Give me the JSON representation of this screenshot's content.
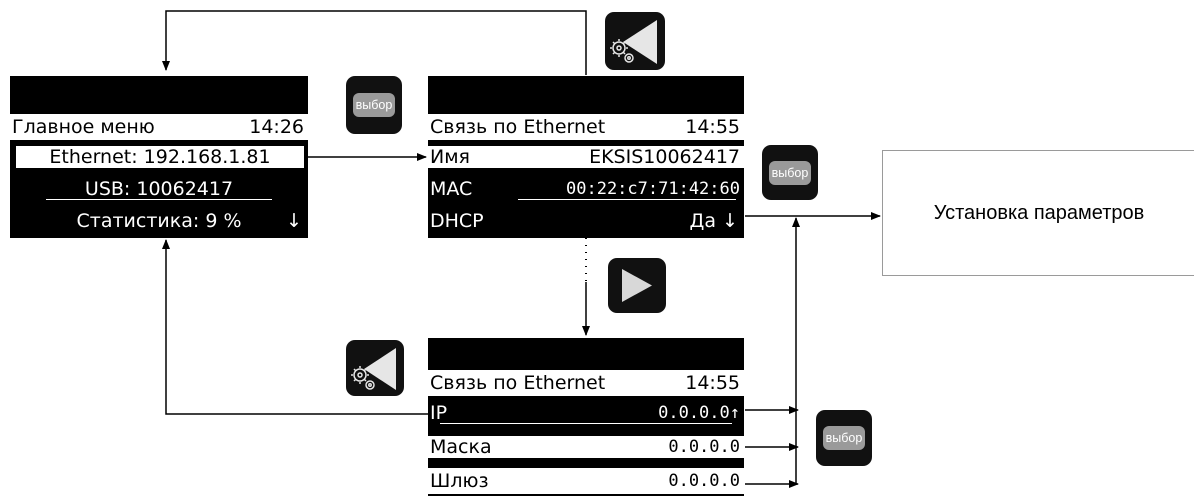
{
  "main_menu_screen": {
    "title": "Главное меню",
    "time": "14:26",
    "items": [
      {
        "label": "Ethernet: 192.168.1.81"
      },
      {
        "label": "USB: 10062417"
      },
      {
        "label": "Статистика: 9 %",
        "arrow": "↓"
      }
    ]
  },
  "ethernet_screen_1": {
    "title": "Связь по Ethernet",
    "time": "14:55",
    "rows": [
      {
        "label": "Имя",
        "value": "EKSIS10062417"
      },
      {
        "label": "MAC",
        "value": "00:22:c7:71:42:60"
      },
      {
        "label": "DHCP",
        "value": "Да ↓"
      }
    ]
  },
  "ethernet_screen_2": {
    "title": "Связь по Ethernet",
    "time": "14:55",
    "rows": [
      {
        "label": "IP",
        "value": "0.0.0.0↑"
      },
      {
        "label": "Маска",
        "value": "0.0.0.0"
      },
      {
        "label": "Шлюз",
        "value": "0.0.0.0"
      }
    ]
  },
  "buttons": {
    "select_label": "выбор",
    "back_icon": "back-triangle-gear-icon",
    "forward_icon": "forward-triangle-icon"
  },
  "settings_box": {
    "label": "Установка параметров"
  },
  "colors": {
    "screen_bg": "#000000",
    "screen_text": "#ffffff",
    "button_bg": "#111111",
    "button_label_bg": "#9a9a9a"
  }
}
